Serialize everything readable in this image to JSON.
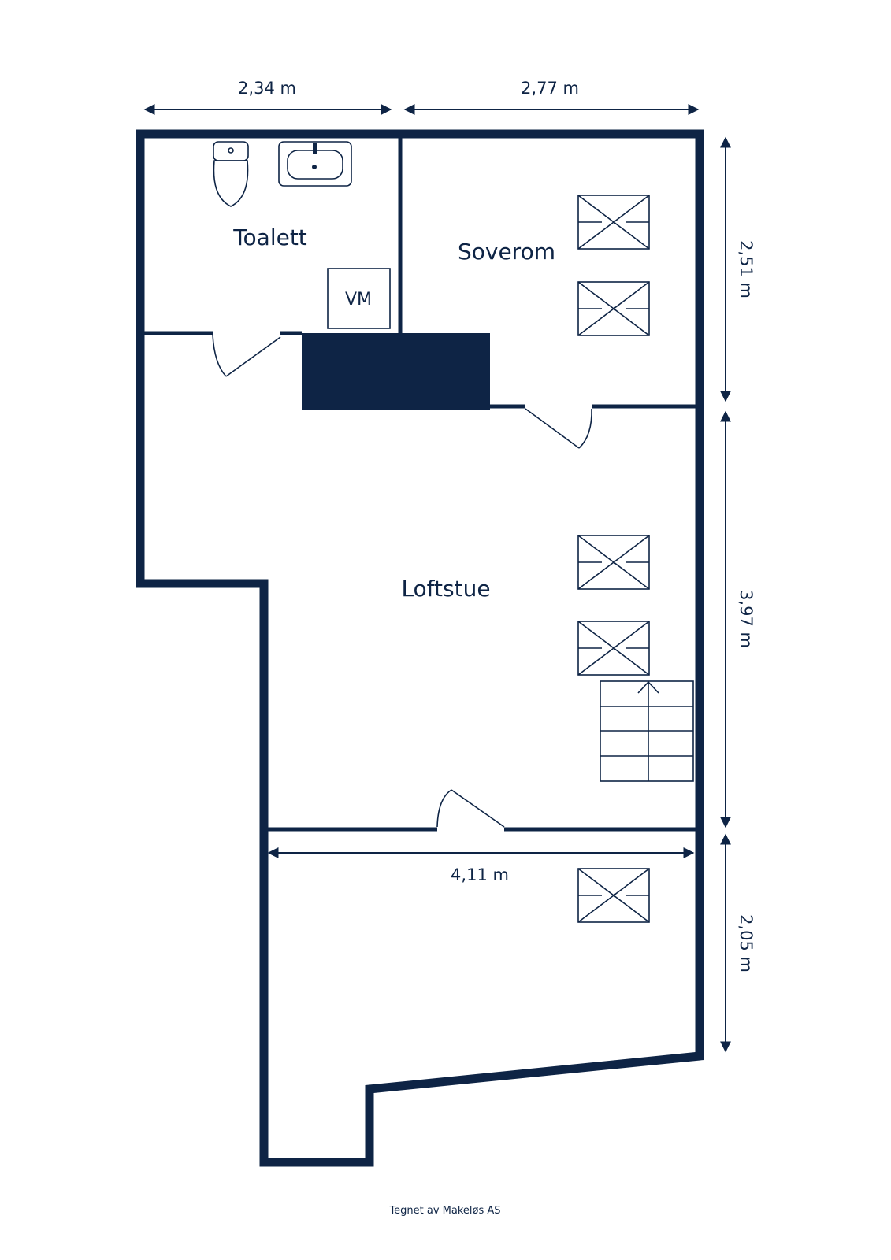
{
  "rooms": {
    "toalett": "Toalett",
    "soverom": "Soverom",
    "loftstue": "Loftstue"
  },
  "fixtures": {
    "washing_machine": "VM"
  },
  "dimensions": {
    "top_left": "2,34 m",
    "top_right": "2,77 m",
    "right_upper": "2,51 m",
    "right_middle": "3,97 m",
    "right_lower": "2,05 m",
    "inner_bottom": "4,11 m"
  },
  "footer": {
    "credit": "Tegnet av Makeløs AS"
  },
  "colors": {
    "ink": "#0e2445",
    "background": "#ffffff"
  },
  "icons": [
    "toilet-icon",
    "sink-icon",
    "skylight-icon",
    "stairs-icon",
    "door-swing-icon",
    "chimney-icon"
  ]
}
